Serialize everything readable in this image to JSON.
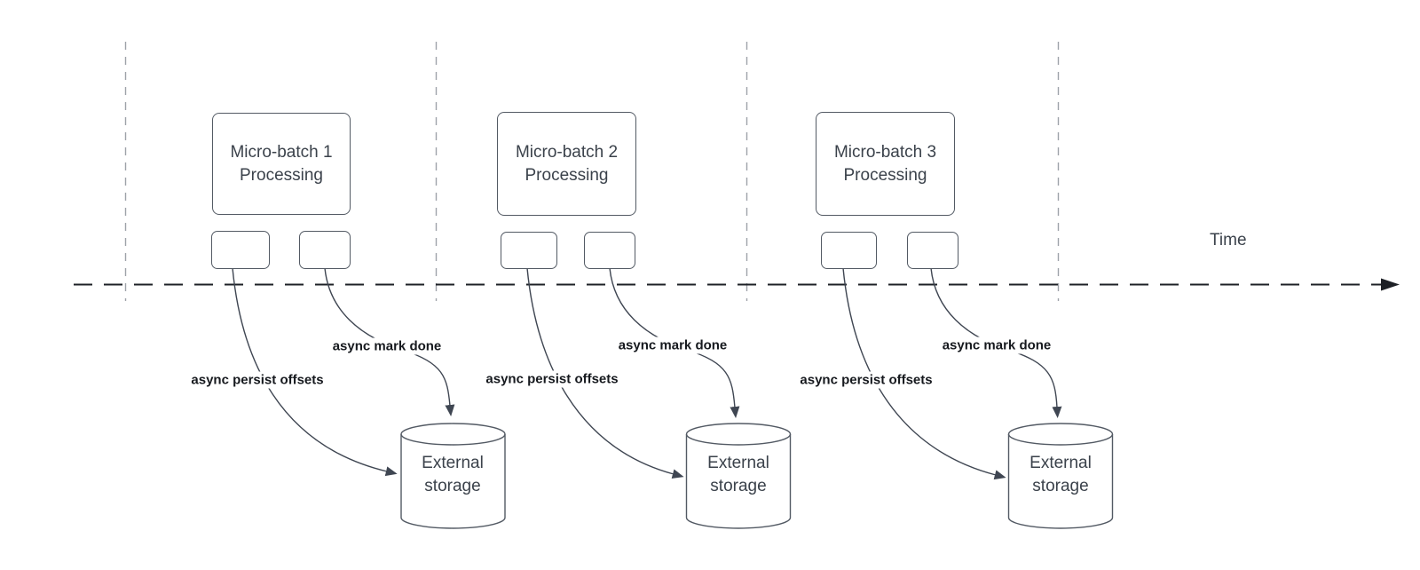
{
  "diagram": {
    "time_label": "Time",
    "sets": [
      {
        "box_line1": "Micro-batch 1",
        "box_line2": "Processing",
        "persist_label": "async persist offsets",
        "done_label": "async mark done",
        "storage_line1": "External",
        "storage_line2": "storage"
      },
      {
        "box_line1": "Micro-batch 2",
        "box_line2": "Processing",
        "persist_label": "async persist offsets",
        "done_label": "async mark done",
        "storage_line1": "External",
        "storage_line2": "storage"
      },
      {
        "box_line1": "Micro-batch 3",
        "box_line2": "Processing",
        "persist_label": "async persist offsets",
        "done_label": "async mark done",
        "storage_line1": "External",
        "storage_line2": "storage"
      }
    ],
    "colors": {
      "node_stroke": "#535a64",
      "arrow_stroke": "#3f4652",
      "timeline": "#1d2026",
      "grid_dash": "#9ea3a9",
      "text": "#3b424b",
      "label_text": "#16191e"
    }
  }
}
